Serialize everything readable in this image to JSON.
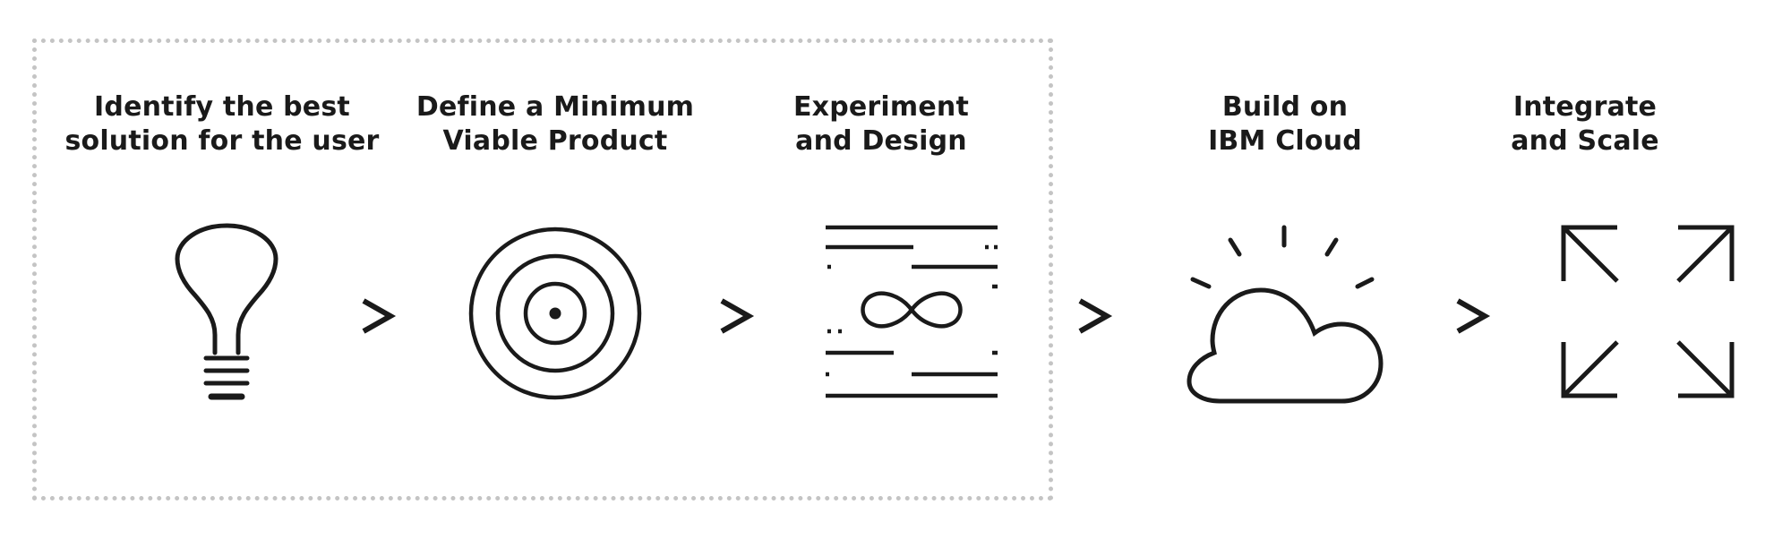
{
  "steps": [
    {
      "title_line1": "Identify the best",
      "title_line2": "solution for the user",
      "icon": "lightbulb-icon"
    },
    {
      "title_line1": "Define a Minimum",
      "title_line2": "Viable Product",
      "icon": "target-icon"
    },
    {
      "title_line1": "Experiment",
      "title_line2": "and Design",
      "icon": "infinity-design-icon"
    },
    {
      "title_line1": "Build on",
      "title_line2": "IBM Cloud",
      "icon": "sun-cloud-icon"
    },
    {
      "title_line1": "Integrate",
      "title_line2": "and Scale",
      "icon": "expand-arrows-icon"
    }
  ],
  "connectors": [
    ">",
    ">",
    ">",
    ">"
  ],
  "colors": {
    "ink": "#1a1a1a",
    "frame_dots": "#c4c4c4",
    "background": "#ffffff"
  }
}
